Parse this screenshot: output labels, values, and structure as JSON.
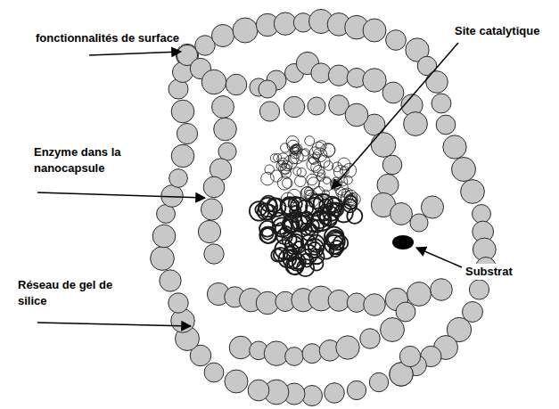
{
  "diagram": {
    "labels": [
      "fonctionnalités de surface",
      "Site catalytique",
      "Enzyme dans la nanocapsule",
      "Substrat",
      "Réseau de gel de silice"
    ]
  }
}
